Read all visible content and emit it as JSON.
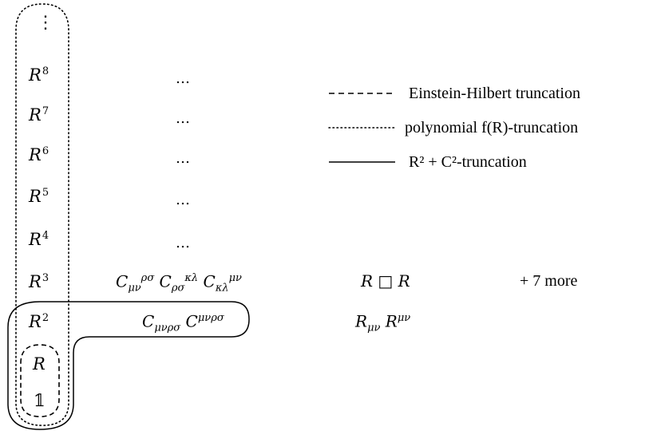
{
  "column_R": {
    "vdots": "⋮",
    "items": [
      {
        "base": "R",
        "exp": "8"
      },
      {
        "base": "R",
        "exp": "7"
      },
      {
        "base": "R",
        "exp": "6"
      },
      {
        "base": "R",
        "exp": "5"
      },
      {
        "base": "R",
        "exp": "4"
      },
      {
        "base": "R",
        "exp": "3"
      },
      {
        "base": "R",
        "exp": "2"
      },
      {
        "base": "R",
        "exp": ""
      },
      {
        "base": "𝟙",
        "exp": ""
      }
    ]
  },
  "column_C": {
    "ellipsis": [
      "…",
      "…",
      "…",
      "…",
      "…"
    ]
  },
  "terms": {
    "R3_C": "C_{μν}^{ρσ} C_{ρσ}^{κλ} C_{κλ}^{μν}",
    "R3_box": "R □ R",
    "more": "+ 7 more",
    "R2_C": "C_{μνρσ} C^{μνρσ}",
    "R2_ricci": "R_{μν} R^{μν}"
  },
  "legend": {
    "entries": [
      {
        "style": "dashed",
        "label": "Einstein-Hilbert truncation"
      },
      {
        "style": "dotted",
        "label": "polynomial f(R)-truncation"
      },
      {
        "style": "solid",
        "label": "R² + C²-truncation"
      }
    ]
  }
}
